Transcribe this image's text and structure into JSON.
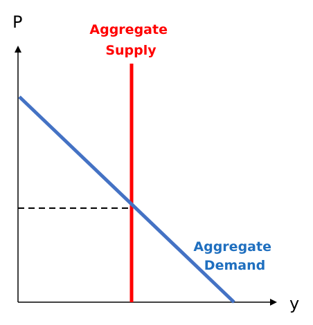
{
  "diagram": {
    "y_axis_label": "P",
    "x_axis_label": "y",
    "supply_label_line1": "Aggregate",
    "supply_label_line2": "Supply",
    "demand_label_line1": "Aggregate",
    "demand_label_line2": "Demand"
  },
  "colors": {
    "supply": "#ff0000",
    "demand": "#4472c4",
    "demand_label": "#1f6fbf",
    "axes": "#000000"
  }
}
